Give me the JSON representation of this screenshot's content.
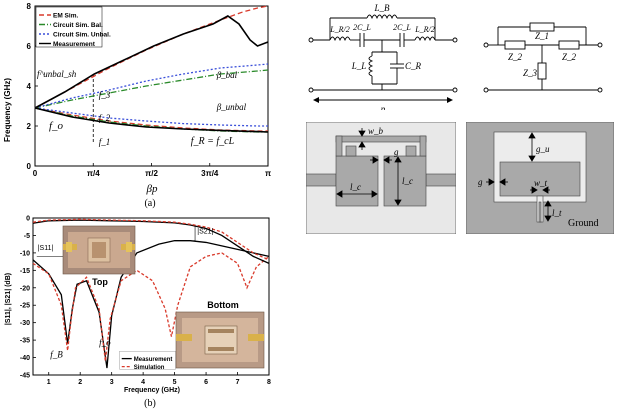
{
  "chart_data": [
    {
      "type": "line",
      "panel_label": "(a)",
      "ylabel": "Frequency (GHz)",
      "xlabel": "βp",
      "xlim": [
        0,
        3.1416
      ],
      "ylim": [
        0,
        8
      ],
      "x_ticks": [
        {
          "value": 0,
          "label": "0"
        },
        {
          "value": 0.7854,
          "label": "π/4"
        },
        {
          "value": 1.5708,
          "label": "π/2"
        },
        {
          "value": 2.3562,
          "label": "3π/4"
        },
        {
          "value": 3.1416,
          "label": "π"
        }
      ],
      "y_ticks": [
        0,
        2,
        4,
        6,
        8
      ],
      "legend": [
        "EM Sim.",
        "Circuit Sim. Bal.",
        "Circuit Sim. Unbal.",
        "Measurement"
      ],
      "annotations": [
        "f^unbal_sh",
        "f_o",
        "f_3",
        "f_2",
        "f_1",
        "β_bal",
        "β_unbal",
        "f_R = f_cL"
      ],
      "series": [
        {
          "name": "EM Sim.",
          "color": "#d93a2b",
          "dash": "5,3",
          "x": [
            0,
            0.5,
            1.0,
            1.5,
            2.0,
            2.5,
            2.8,
            3.0,
            3.1416
          ],
          "y": [
            2.9,
            3.9,
            4.9,
            5.8,
            6.6,
            7.3,
            7.7,
            7.9,
            8.0
          ]
        },
        {
          "name": "Circuit Sim. Bal.",
          "color": "#2a8a2a",
          "dash": "6,2,1,2",
          "x": [
            0,
            0.5,
            1.0,
            1.5,
            2.0,
            2.5,
            3.0,
            3.1416
          ],
          "y": [
            2.9,
            3.3,
            3.65,
            4.0,
            4.3,
            4.6,
            4.75,
            4.8
          ]
        },
        {
          "name": "Circuit Sim. Unbal.",
          "color": "#3a4fd9",
          "dash": "2,2",
          "x": [
            0,
            0.5,
            1.0,
            1.5,
            2.0,
            2.5,
            3.0,
            3.1416
          ],
          "y": [
            2.9,
            3.4,
            3.8,
            4.25,
            4.6,
            4.9,
            5.05,
            5.1
          ]
        },
        {
          "name": "Measurement",
          "color": "#000000",
          "dash": "",
          "x": [
            0,
            0.4,
            0.8,
            1.2,
            1.6,
            2.0,
            2.4,
            2.6,
            2.75,
            2.9,
            3.0,
            3.1416
          ],
          "y": [
            2.9,
            3.7,
            4.6,
            5.3,
            6.0,
            6.6,
            7.1,
            7.5,
            7.1,
            6.3,
            6.0,
            6.2
          ]
        },
        {
          "name": "EM Sim.",
          "color": "#d93a2b",
          "dash": "5,3",
          "x": [
            0,
            0.5,
            1.0,
            1.5,
            2.0,
            2.5,
            3.0,
            3.1416
          ],
          "y": [
            2.9,
            2.55,
            2.25,
            2.05,
            1.9,
            1.8,
            1.75,
            1.75
          ]
        },
        {
          "name": "Circuit Sim. Bal.",
          "color": "#2a8a2a",
          "dash": "6,2,1,2",
          "x": [
            0,
            0.5,
            1.0,
            1.5,
            2.0,
            2.5,
            3.0,
            3.1416
          ],
          "y": [
            2.9,
            2.5,
            2.2,
            2.0,
            1.85,
            1.75,
            1.7,
            1.7
          ]
        },
        {
          "name": "Circuit Sim. Unbal.",
          "color": "#3a4fd9",
          "dash": "2,2",
          "x": [
            0,
            0.5,
            1.0,
            1.5,
            2.0,
            2.5,
            3.0,
            3.1416
          ],
          "y": [
            2.9,
            2.65,
            2.4,
            2.25,
            2.12,
            2.05,
            2.0,
            2.0
          ]
        },
        {
          "name": "Measurement",
          "color": "#000000",
          "dash": "",
          "x": [
            0,
            0.5,
            1.0,
            1.5,
            2.0,
            2.5,
            3.0,
            3.1416
          ],
          "y": [
            2.9,
            2.45,
            2.15,
            1.95,
            1.85,
            1.78,
            1.72,
            1.7
          ]
        }
      ]
    },
    {
      "type": "line",
      "panel_label": "(b)",
      "ylabel": "|S11|, |S21| (dB)",
      "xlabel": "Frequency (GHz)",
      "xlim": [
        0.5,
        8
      ],
      "ylim": [
        -45,
        0
      ],
      "x_ticks": [
        1,
        2,
        3,
        4,
        5,
        6,
        7,
        8
      ],
      "y_ticks": [
        0,
        -5,
        -10,
        -15,
        -20,
        -25,
        -30,
        -35,
        -40,
        -45
      ],
      "legend": [
        "Measurement",
        "Simulation"
      ],
      "annotations": [
        "|S11|",
        "|S21|",
        "f_B",
        "f_o",
        "Top",
        "Bottom"
      ],
      "series": [
        {
          "name": "Measurement",
          "color": "#000000",
          "dash": "",
          "x": [
            0.5,
            1.0,
            1.4,
            1.6,
            1.75,
            1.9,
            2.2,
            2.6,
            2.85,
            3.0,
            3.3,
            3.8,
            4.5,
            5.0,
            5.5,
            6.0,
            6.5,
            7.0,
            7.5,
            8.0
          ],
          "y": [
            -12,
            -16,
            -22,
            -36,
            -26,
            -19,
            -18,
            -27,
            -43,
            -28,
            -17,
            -10,
            -7.5,
            -6.5,
            -6.5,
            -7,
            -8,
            -9,
            -10,
            -11
          ]
        },
        {
          "name": "Simulation",
          "color": "#d93a2b",
          "dash": "3,2",
          "x": [
            0.5,
            1.0,
            1.4,
            1.6,
            1.7,
            1.85,
            2.2,
            2.6,
            2.8,
            2.95,
            3.3,
            3.8,
            4.3,
            4.7,
            4.9,
            5.1,
            5.5,
            6.0,
            6.5,
            7.0,
            7.3,
            7.6,
            8.0
          ],
          "y": [
            -13,
            -16,
            -25,
            -38,
            -30,
            -20,
            -17,
            -26,
            -41,
            -29,
            -18,
            -15,
            -18,
            -26,
            -34,
            -25,
            -14,
            -11,
            -10,
            -13,
            -20,
            -14,
            -11
          ]
        },
        {
          "name": "Measurement",
          "color": "#000000",
          "dash": "",
          "x": [
            0.5,
            1.0,
            2.0,
            3.0,
            4.0,
            5.0,
            5.5,
            6.0,
            6.5,
            7.0,
            7.5,
            8.0
          ],
          "y": [
            -1.5,
            -0.8,
            -0.6,
            -0.8,
            -1.0,
            -1.4,
            -2.0,
            -3.0,
            -5.0,
            -8.0,
            -11.0,
            -13.0
          ]
        },
        {
          "name": "Simulation",
          "color": "#d93a2b",
          "dash": "3,2",
          "x": [
            0.5,
            1.0,
            2.0,
            3.0,
            4.0,
            5.0,
            5.5,
            6.0,
            6.5,
            7.0,
            7.5,
            8.0
          ],
          "y": [
            -1.2,
            -0.6,
            -0.4,
            -0.6,
            -0.8,
            -1.2,
            -1.8,
            -2.6,
            -4.0,
            -7.0,
            -10.0,
            -12.0
          ]
        }
      ]
    }
  ],
  "circuit_a": {
    "labels": [
      "L_B",
      "L_R/2",
      "2C_L",
      "2C_L",
      "L_R/2",
      "L_L",
      "C_R",
      "p"
    ]
  },
  "circuit_b": {
    "labels": [
      "Z_1",
      "Z_2",
      "Z_2",
      "Z_3"
    ]
  },
  "layout_a": {
    "labels": [
      "w_b",
      "g",
      "l_c",
      "l_c"
    ]
  },
  "layout_b": {
    "labels": [
      "g_u",
      "g",
      "w_t",
      "l_t",
      "Ground"
    ]
  }
}
